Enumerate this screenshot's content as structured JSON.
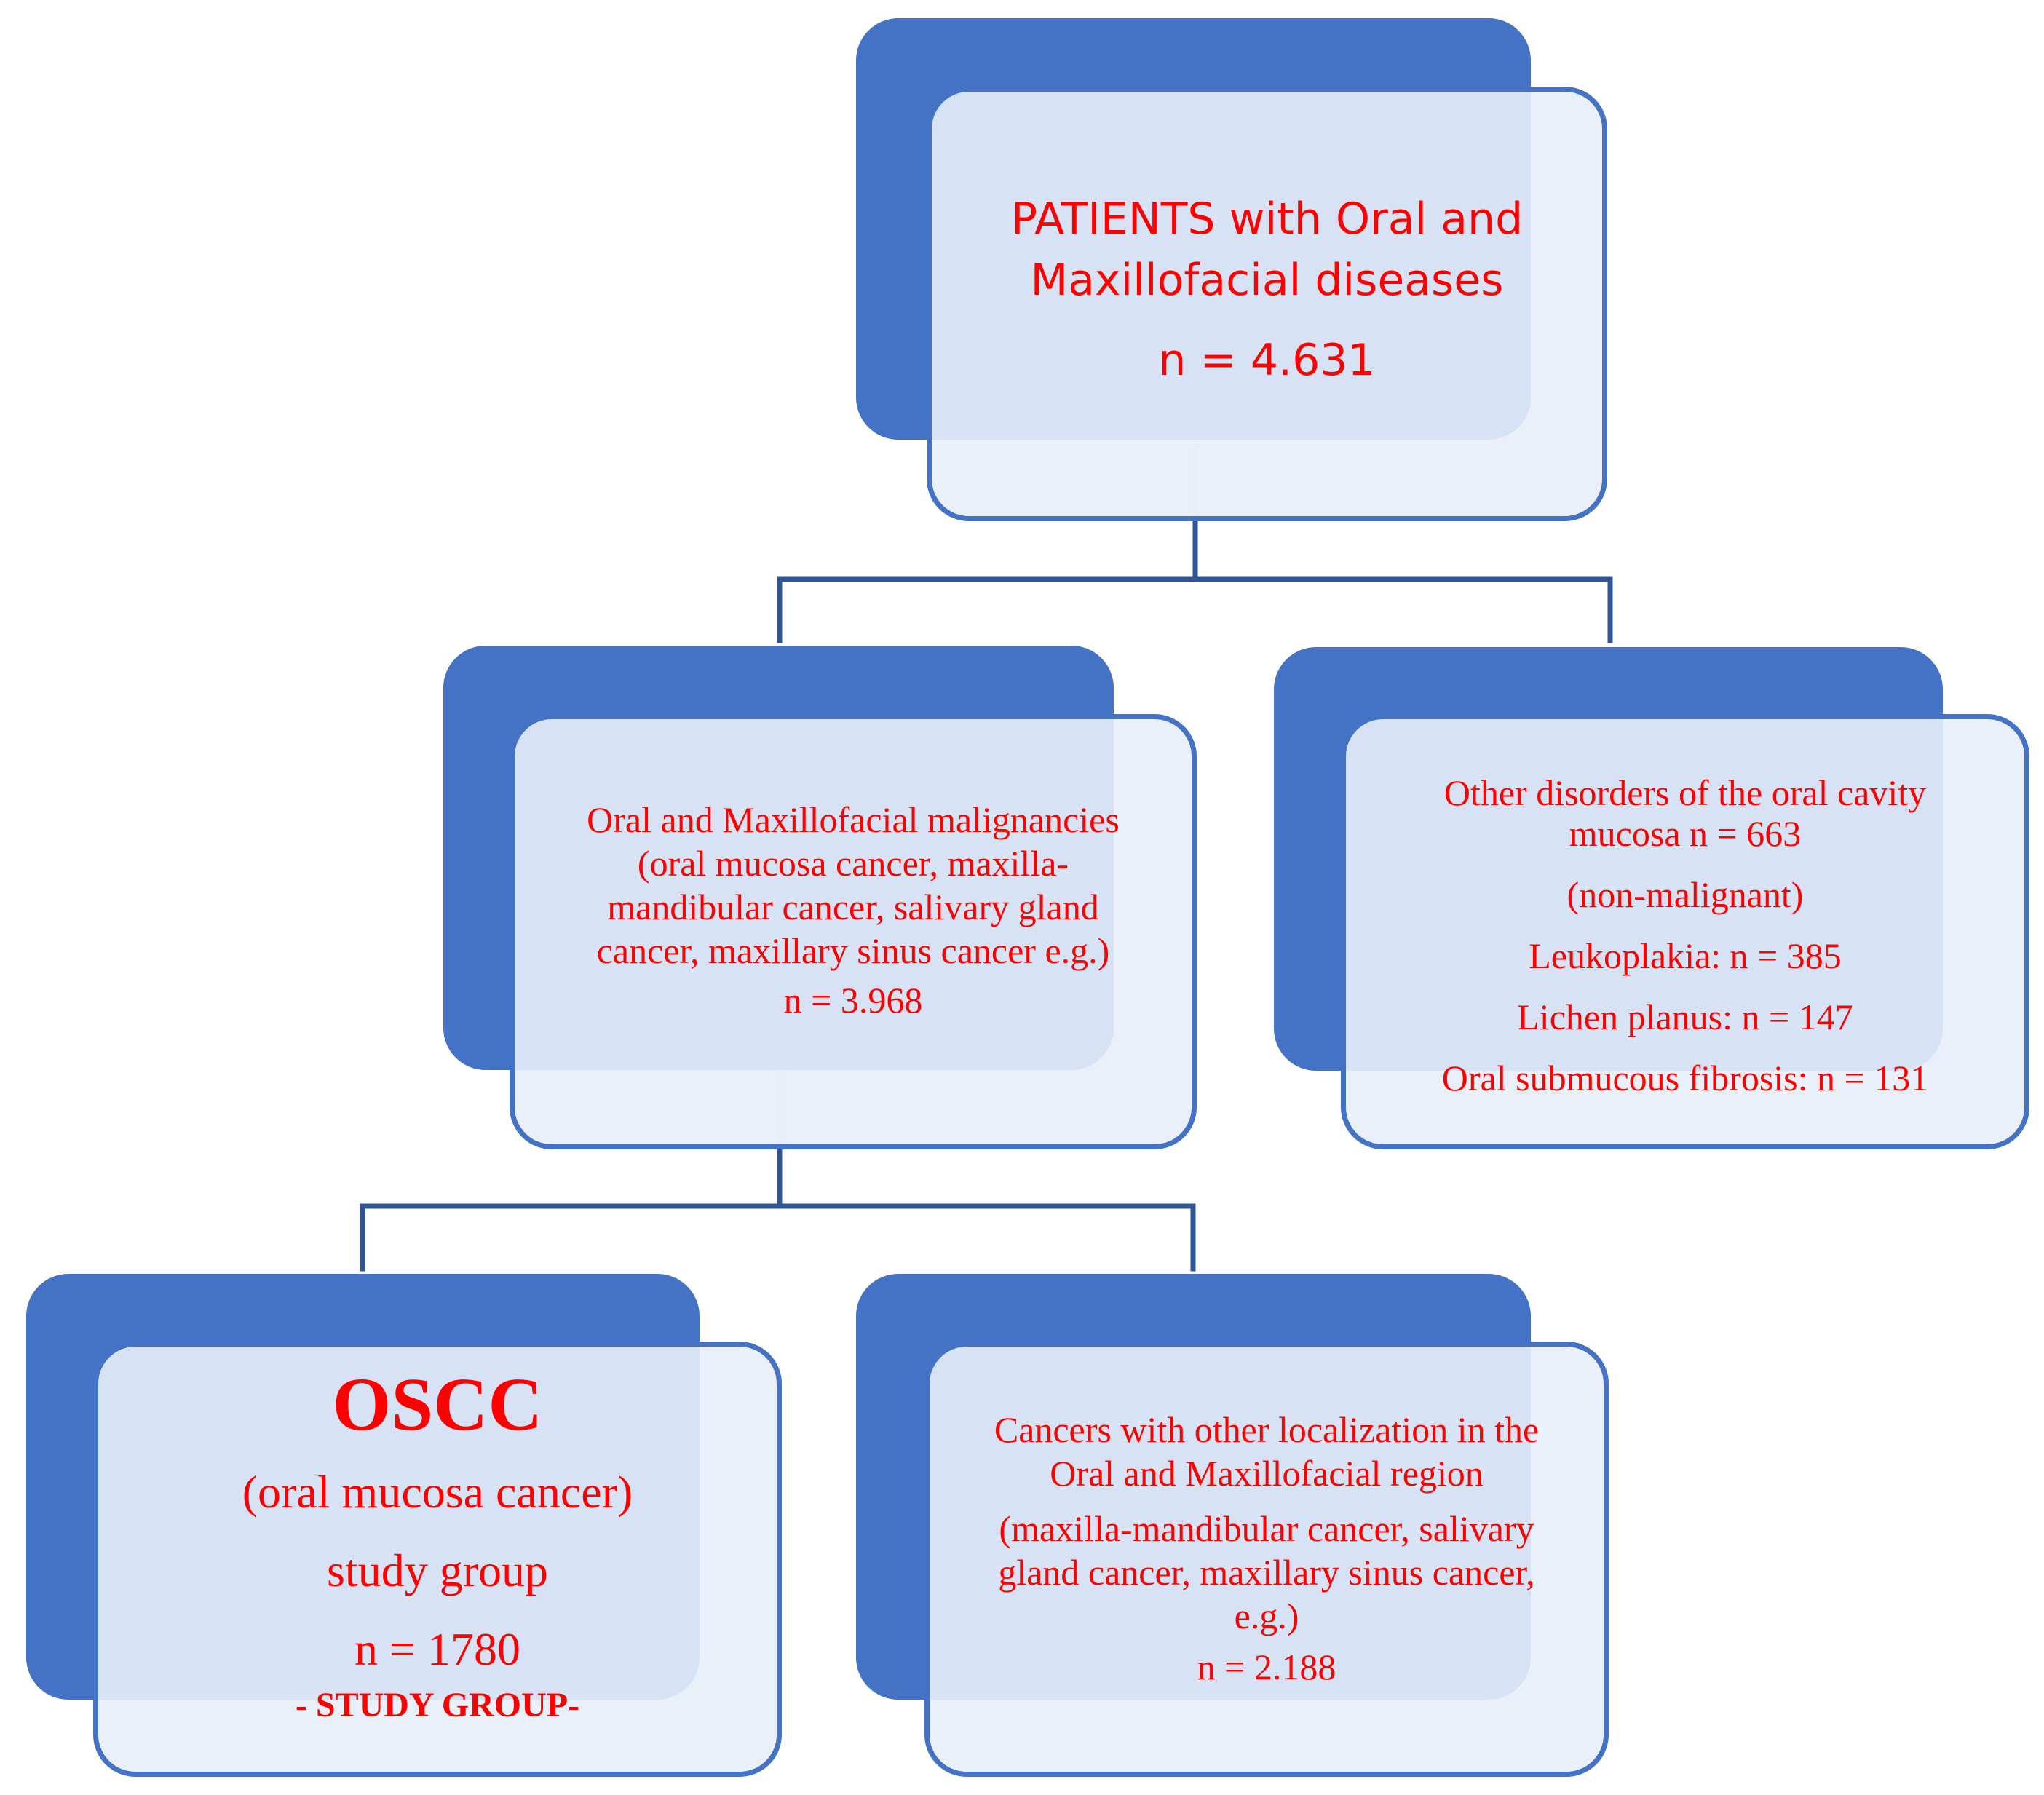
{
  "diagram": {
    "top": {
      "line1": "PATIENTS with Oral and",
      "line2": "Maxillofacial  diseases",
      "count": "n = 4.631"
    },
    "malignancies": {
      "lines": [
        "Oral and Maxillofacial malignancies",
        "(oral mucosa cancer, maxilla-",
        "mandibular cancer, salivary gland",
        "cancer, maxillary sinus cancer e.g.)"
      ],
      "count": "n = 3.968"
    },
    "other_disorders": {
      "line1": "Other disorders of the oral cavity",
      "line2": "mucosa n = 663",
      "note": "(non-malignant)",
      "items": [
        "Leukoplakia: n = 385",
        "Lichen planus: n = 147",
        "Oral submucous fibrosis: n = 131"
      ]
    },
    "oscc": {
      "title": "OSCC",
      "subtitle": "(oral mucosa cancer)",
      "label": "study group",
      "count": "n = 1780",
      "tag": "- STUDY GROUP-"
    },
    "other_localization": {
      "line1": "Cancers with other localization in the",
      "line2": "Oral and Maxillofacial region",
      "details": [
        "(maxilla-mandibular cancer, salivary",
        "gland cancer, maxillary sinus cancer,",
        "e.g.)"
      ],
      "count": "n = 2.188"
    },
    "colors": {
      "box_fill": "#4472c4",
      "box_face": "#e8eef9",
      "text": "#ff0000",
      "connector": "#2f5597"
    }
  }
}
